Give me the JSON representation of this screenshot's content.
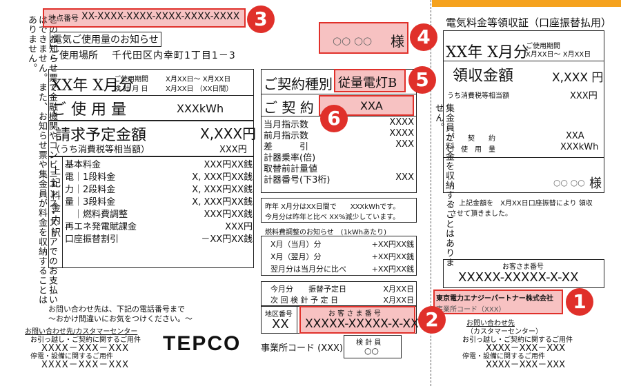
{
  "left": {
    "vertical_notice": "このお知らせ票で金融機関やコンビニエンス・ストアでのお支払いはできません。また、お知らせ票や集金員が料金を収納することはありません。",
    "point_label": "地点番号",
    "point_number": "XX-XXXX-XXXX-XXXX-XXXX-XXXX",
    "notice_title": "電気ご使用量のお知らせ",
    "customer_name": "○○ ○○",
    "honorific": "様",
    "address_label": "ご使用場所",
    "address": "千代田区内幸町1丁目1－3",
    "month": "XX年 X月分",
    "period_label": "ご使用期間",
    "period_value": "X月XX日～ X月XX日",
    "meter_day_label": "検 針 月 日",
    "meter_day_value": "X月XX日 （XX日間）",
    "usage_label": "ご 使 用 量",
    "usage_value": "XXXkWh",
    "bill_label": "請求予定金額",
    "bill_value": "X,XXX円",
    "tax_label": "（うち消費税等相当額）",
    "tax_value": "XXX円",
    "charges_vertical": "上記料金内訳",
    "charge_rows": [
      {
        "label": "基本料金",
        "value": "XXX円XX銭"
      },
      {
        "label": "電｜1段料金",
        "value": "X, XXX円XX銭"
      },
      {
        "label": "力｜2段料金",
        "value": "X, XXX円XX銭"
      },
      {
        "label": "量｜3段料金",
        "value": "X, XXX円XX銭"
      },
      {
        "label": "　｜燃料費調整",
        "value": "XXX円XX銭"
      },
      {
        "label": "再エネ発電賦課金",
        "value": "XXX円"
      },
      {
        "label": "口座振替割引",
        "value": "－XX円XX銭"
      }
    ],
    "inquiry_line1": "お問い合わせ先は、下記の電話番号まで",
    "inquiry_line2": "～おかけ間違いにお気をつけください。～",
    "center_label": "お問い合わせ先/カスタマーセンター",
    "move_label": "お引っ越し・ご契約に関するご用件",
    "move_phone": "XXXX－XXX－XXX",
    "outage_label": "停電・設備に関するご用件",
    "outage_phone": "XXXX－XXX－XXX",
    "logo": "TEPCO"
  },
  "middle": {
    "contract_type_label": "ご契約種別",
    "contract_type_value": "従量電灯B",
    "contract_label": "ご 契 約",
    "contract_value": "XXA",
    "meter_rows": [
      {
        "label": "当月指示数",
        "value": "XXXX"
      },
      {
        "label": "前月指示数",
        "value": "XXXX"
      },
      {
        "label": "差　　　引",
        "value": "XXX"
      },
      {
        "label": "計器乗率(倍)",
        "value": ""
      },
      {
        "label": "取替前計量値",
        "value": ""
      },
      {
        "label": "計器番号(下3桁)",
        "value": "XXX"
      }
    ],
    "compare_line1": "昨年 X月分はXX日間で　　XXXkWhです。",
    "compare_line2": "今月分は昨年と比べ XX%減少しています。",
    "fuel_title": "燃料費調整のお知らせ　(1kWhあたり)",
    "fuel_rows": [
      {
        "label": "X月（当月）分",
        "value": "+XX円XX銭"
      },
      {
        "label": "X月（翌月）分",
        "value": "+XX円XX銭"
      },
      {
        "label": "翌月分は当月分に比べ",
        "value": "+XX円XX銭"
      }
    ],
    "schedule_rows": [
      {
        "label": "今月分　　振替予定日",
        "value": "X月XX日"
      },
      {
        "label": "次 回 検 針 予 定 日",
        "value": "X月XX日"
      }
    ],
    "area_label": "地区番号",
    "area_value": "XX",
    "customer_no_label": "お 客 さ ま 番 号",
    "customer_no_value": "XXXXX-XXXXX-X-XX",
    "office_code": "事業所コード (XXX)",
    "meter_reader_label": "検 針 員",
    "meter_reader_value": "○○"
  },
  "right": {
    "title": "電気料金等領収証（口座振替払用）",
    "month": "XX年 X月分",
    "period_label": "ご使用期間",
    "period_value": "X月XX日～ X月XX日",
    "received_label": "領収金額",
    "received_value": "X,XXX 円",
    "tax_label": "うち消費税等相当額",
    "tax_value": "XXX円",
    "contract_label": "ご　　契　　約",
    "contract_value": "XXA",
    "usage_label": "ご　使　用　量",
    "usage_value": "XXXkWh",
    "name": "○○ ○○",
    "honorific": "様",
    "vertical_notice": "集金員が料金を収納することはありません。",
    "receipt_note": "・ 上記金額を　X月XX日口座振替により 領収させて頂きました。",
    "customer_no_label": "お客さま番号",
    "customer_no_value": "XXXXX-XXXXX-X-XX",
    "company": "東京電力エナジーパートナー株式会社",
    "office_code": "事業所コード（XXX）",
    "inquiry_label": "お問い合わせ先",
    "center_label": "（カスタマーセンター）",
    "move_label": "お引っ越し・ご契約に関するご用件",
    "move_phone": "XXXX－XXX－XXX",
    "outage_label": "停電・設備に関するご用件",
    "outage_phone": "XXXX－XXX－XXX"
  },
  "badges": [
    "1",
    "2",
    "3",
    "4",
    "5",
    "6"
  ],
  "colors": {
    "accent": "#e0302a",
    "highlight": "#f2a0a0",
    "orange_bar": "#f5a21e"
  }
}
